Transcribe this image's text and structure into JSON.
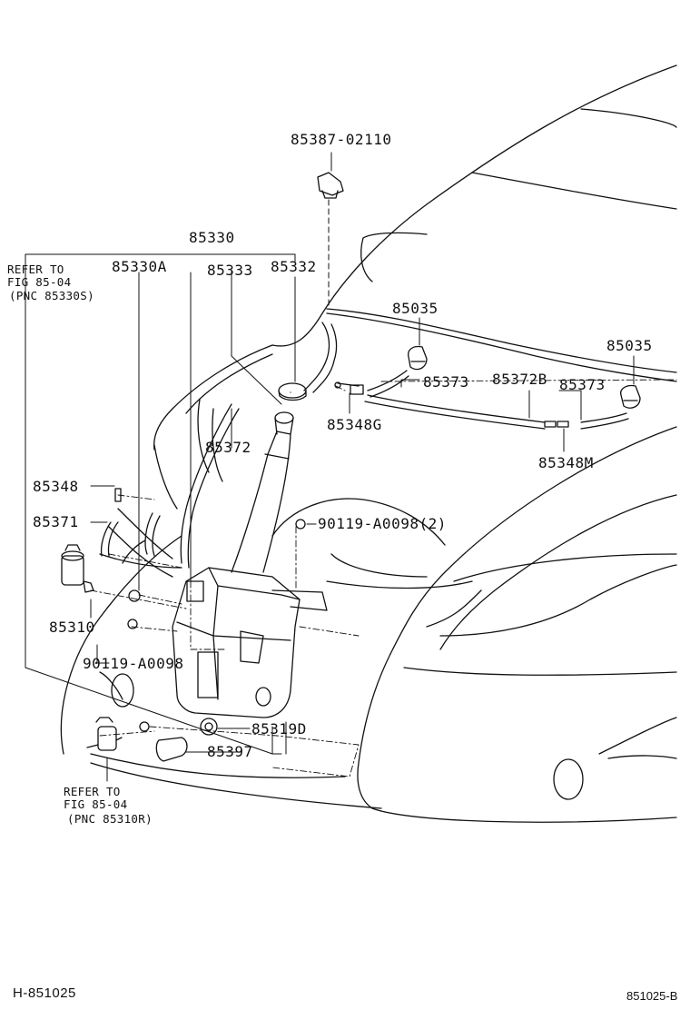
{
  "parts": {
    "p85387": "85387-02110",
    "p85330": "85330",
    "p85330A": "85330A",
    "p85333": "85333",
    "p85332": "85332",
    "p85035_left": "85035",
    "p85035_right": "85035",
    "p85373_left": "85373",
    "p85372B": "85372B",
    "p85373_right": "85373",
    "p85348G": "85348G",
    "p85372": "85372",
    "p85348M": "85348M",
    "p85348": "85348",
    "p85371": "85371",
    "p90119_2": "90119-A0098(2)",
    "p85310": "85310",
    "p90119": "90119-A0098",
    "p85319D": "85319D",
    "p85397": "85397"
  },
  "refs": {
    "top": {
      "line1": "REFER TO",
      "line2": "FIG 85-04",
      "line3": "(PNC 85330S)"
    },
    "bottom": {
      "line1": "REFER TO",
      "line2": "FIG 85-04",
      "line3": "(PNC 85310R)"
    }
  },
  "footer": {
    "left": "H-851025",
    "right": "851025-B"
  }
}
